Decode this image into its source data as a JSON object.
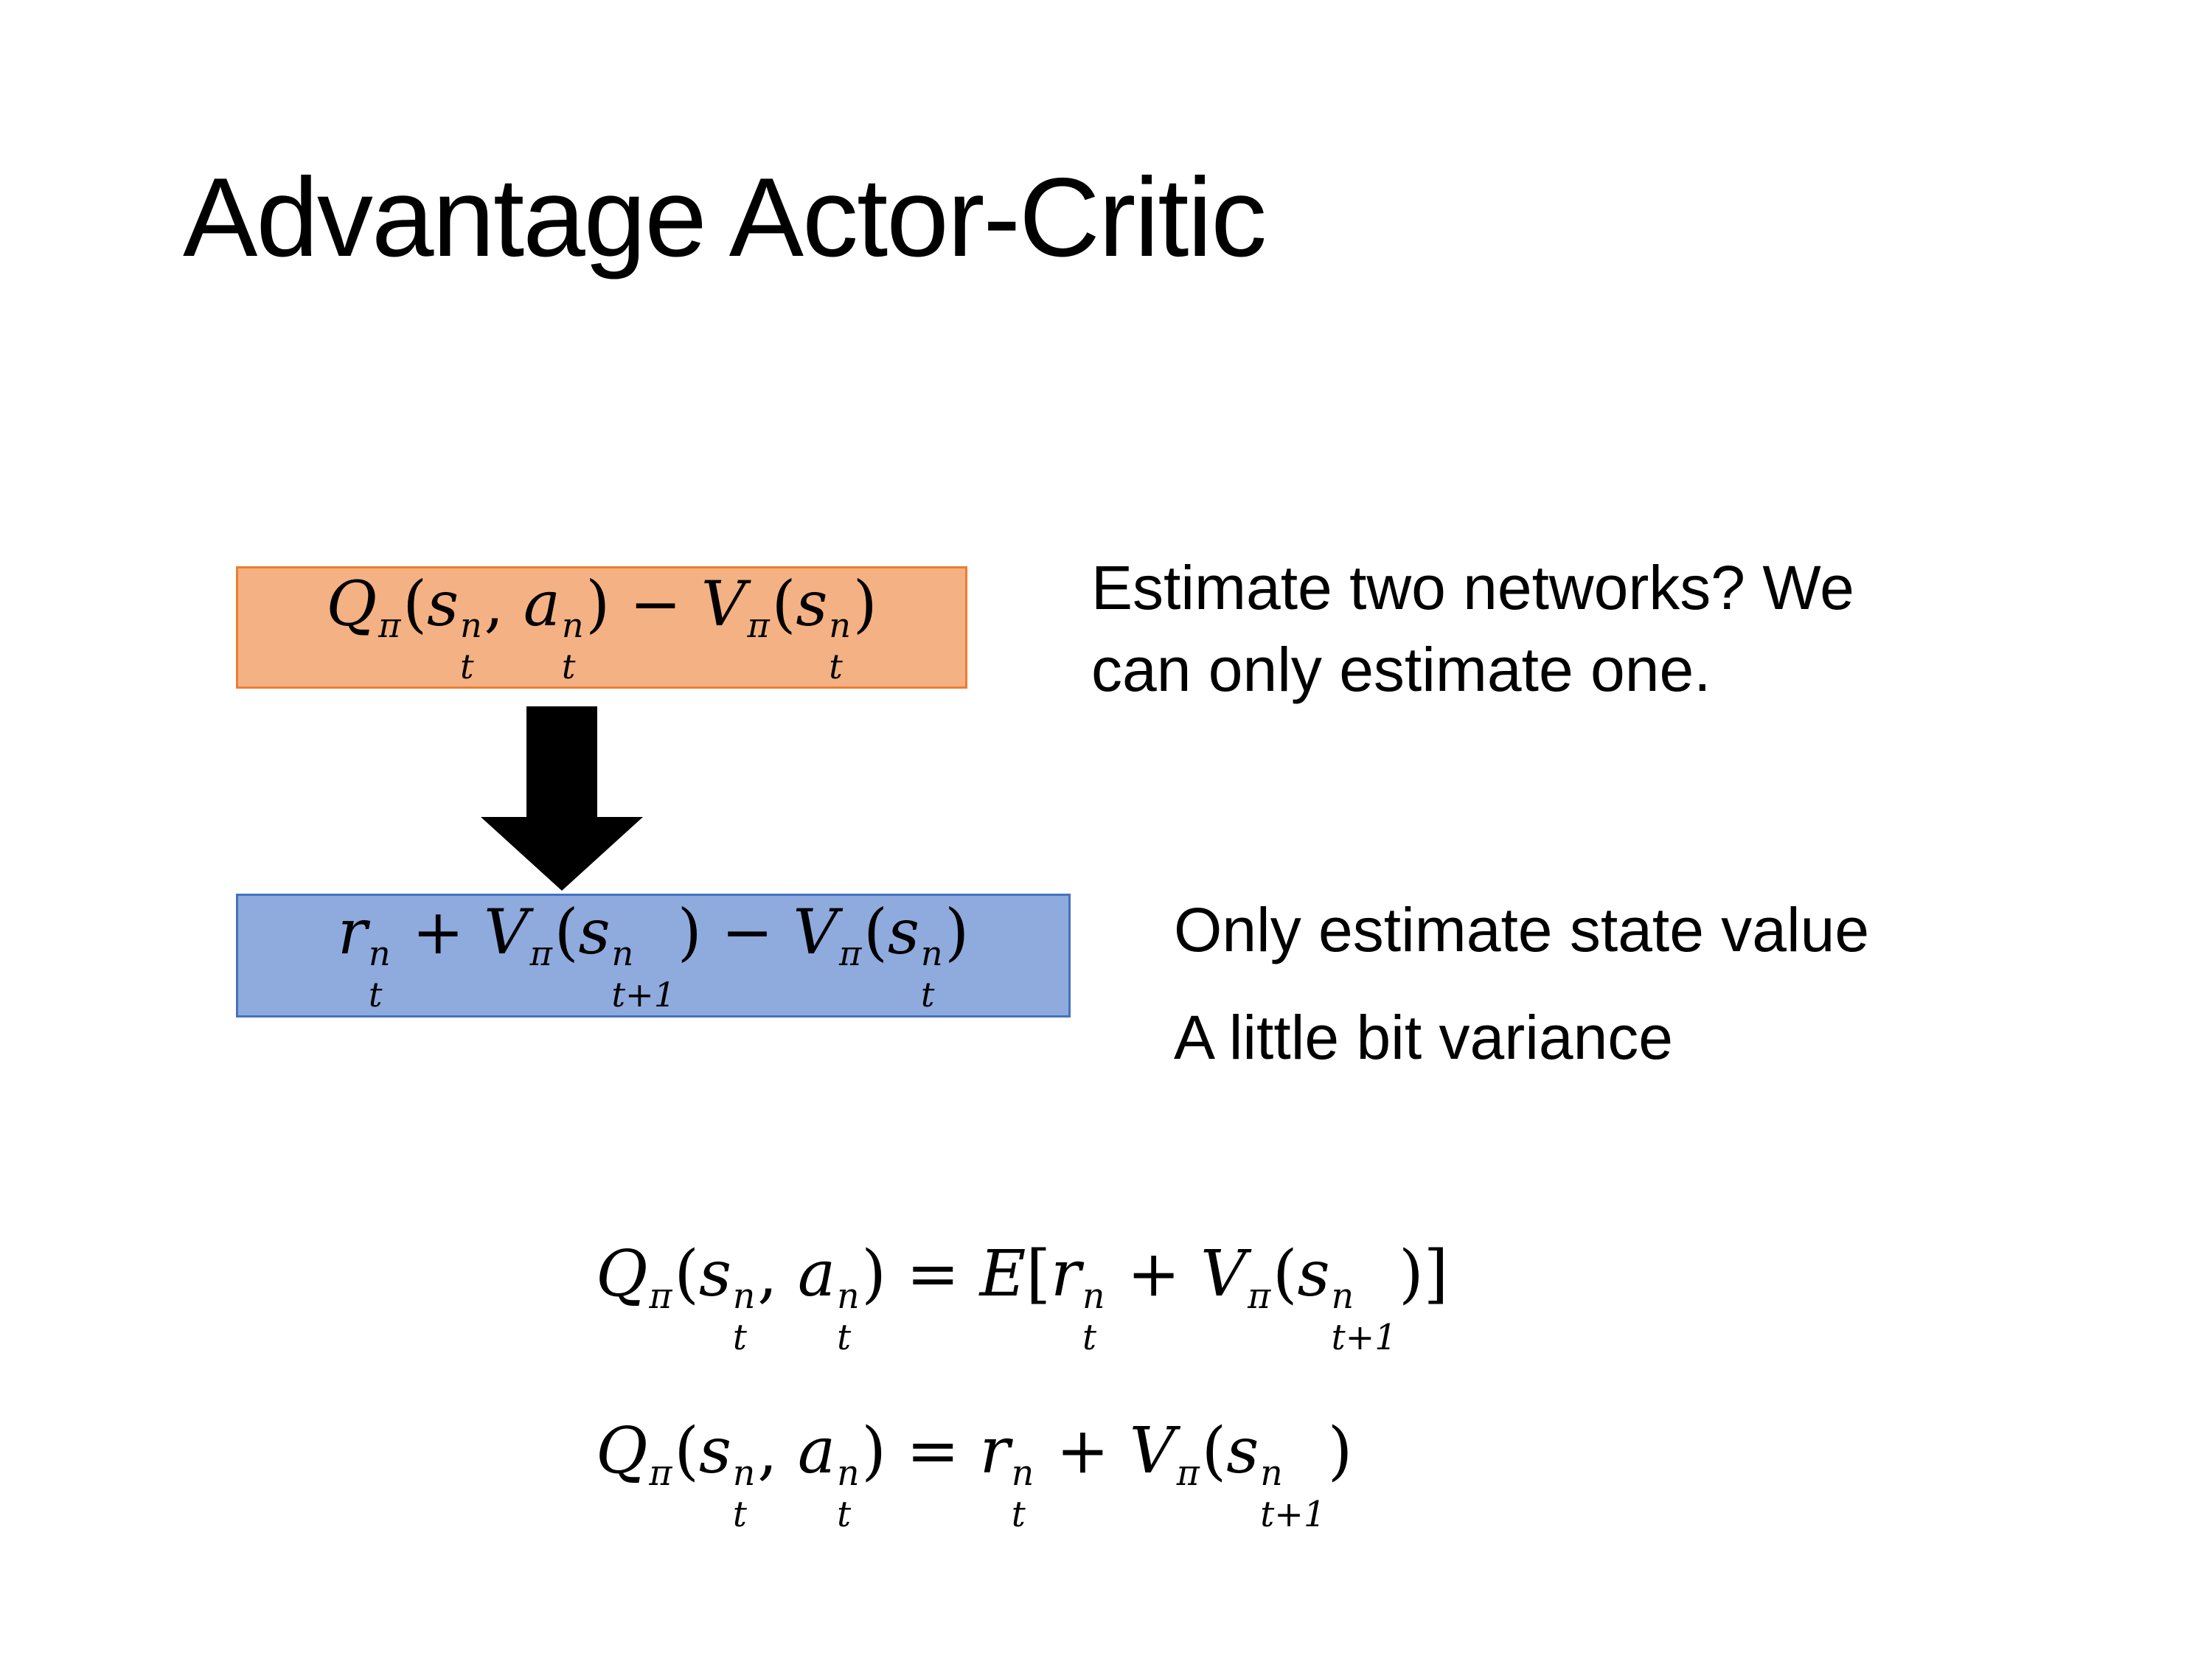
{
  "slide": {
    "title": "Advantage Actor-Critic",
    "notes": {
      "estimate_two": "Estimate two networks? We\ncan only estimate one.",
      "only_estimate": "Only estimate state value",
      "variance": "A little bit variance"
    },
    "colors": {
      "orange_fill": "#f4b183",
      "orange_border": "#ed7d31",
      "blue_fill": "#8faadc",
      "blue_border": "#4472c4",
      "arrow": "#000000",
      "text": "#000000",
      "background": "#ffffff"
    },
    "formulas": {
      "advantage_qv": [
        {
          "b": "Q",
          "sup": "π"
        },
        {
          "p": "("
        },
        {
          "b": "s",
          "sup": "n",
          "sub": "t"
        },
        {
          "p": ", "
        },
        {
          "b": "a",
          "sup": "n",
          "sub": "t"
        },
        {
          "p": ")"
        },
        {
          "p": " − "
        },
        {
          "b": "V",
          "sup": "π"
        },
        {
          "p": "("
        },
        {
          "b": "s",
          "sup": "n",
          "sub": "t"
        },
        {
          "p": ")"
        }
      ],
      "advantage_td": [
        {
          "b": "r",
          "sup": "n",
          "sub": "t"
        },
        {
          "p": " + "
        },
        {
          "b": "V",
          "sup": "π"
        },
        {
          "p": "("
        },
        {
          "b": "s",
          "sup": "n",
          "sub": "t+1"
        },
        {
          "p": ")"
        },
        {
          "p": " − "
        },
        {
          "b": "V",
          "sup": "π"
        },
        {
          "p": "("
        },
        {
          "b": "s",
          "sup": "n",
          "sub": "t"
        },
        {
          "p": ")"
        }
      ],
      "expectation": [
        {
          "b": "Q",
          "sup": "π"
        },
        {
          "p": "("
        },
        {
          "b": "s",
          "sup": "n",
          "sub": "t"
        },
        {
          "p": ", "
        },
        {
          "b": "a",
          "sup": "n",
          "sub": "t"
        },
        {
          "p": ")"
        },
        {
          "p": " = "
        },
        {
          "b": "E"
        },
        {
          "p": "["
        },
        {
          "b": "r",
          "sup": "n",
          "sub": "t"
        },
        {
          "p": " + "
        },
        {
          "b": "V",
          "sup": "π"
        },
        {
          "p": "("
        },
        {
          "b": "s",
          "sup": "n",
          "sub": "t+1"
        },
        {
          "p": ")]"
        }
      ],
      "approximation": [
        {
          "b": "Q",
          "sup": "π"
        },
        {
          "p": "("
        },
        {
          "b": "s",
          "sup": "n",
          "sub": "t"
        },
        {
          "p": ", "
        },
        {
          "b": "a",
          "sup": "n",
          "sub": "t"
        },
        {
          "p": ")"
        },
        {
          "p": " = "
        },
        {
          "b": "r",
          "sup": "n",
          "sub": "t"
        },
        {
          "p": " + "
        },
        {
          "b": "V",
          "sup": "π"
        },
        {
          "p": "("
        },
        {
          "b": "s",
          "sup": "n",
          "sub": "t+1"
        },
        {
          "p": ")"
        }
      ]
    }
  }
}
